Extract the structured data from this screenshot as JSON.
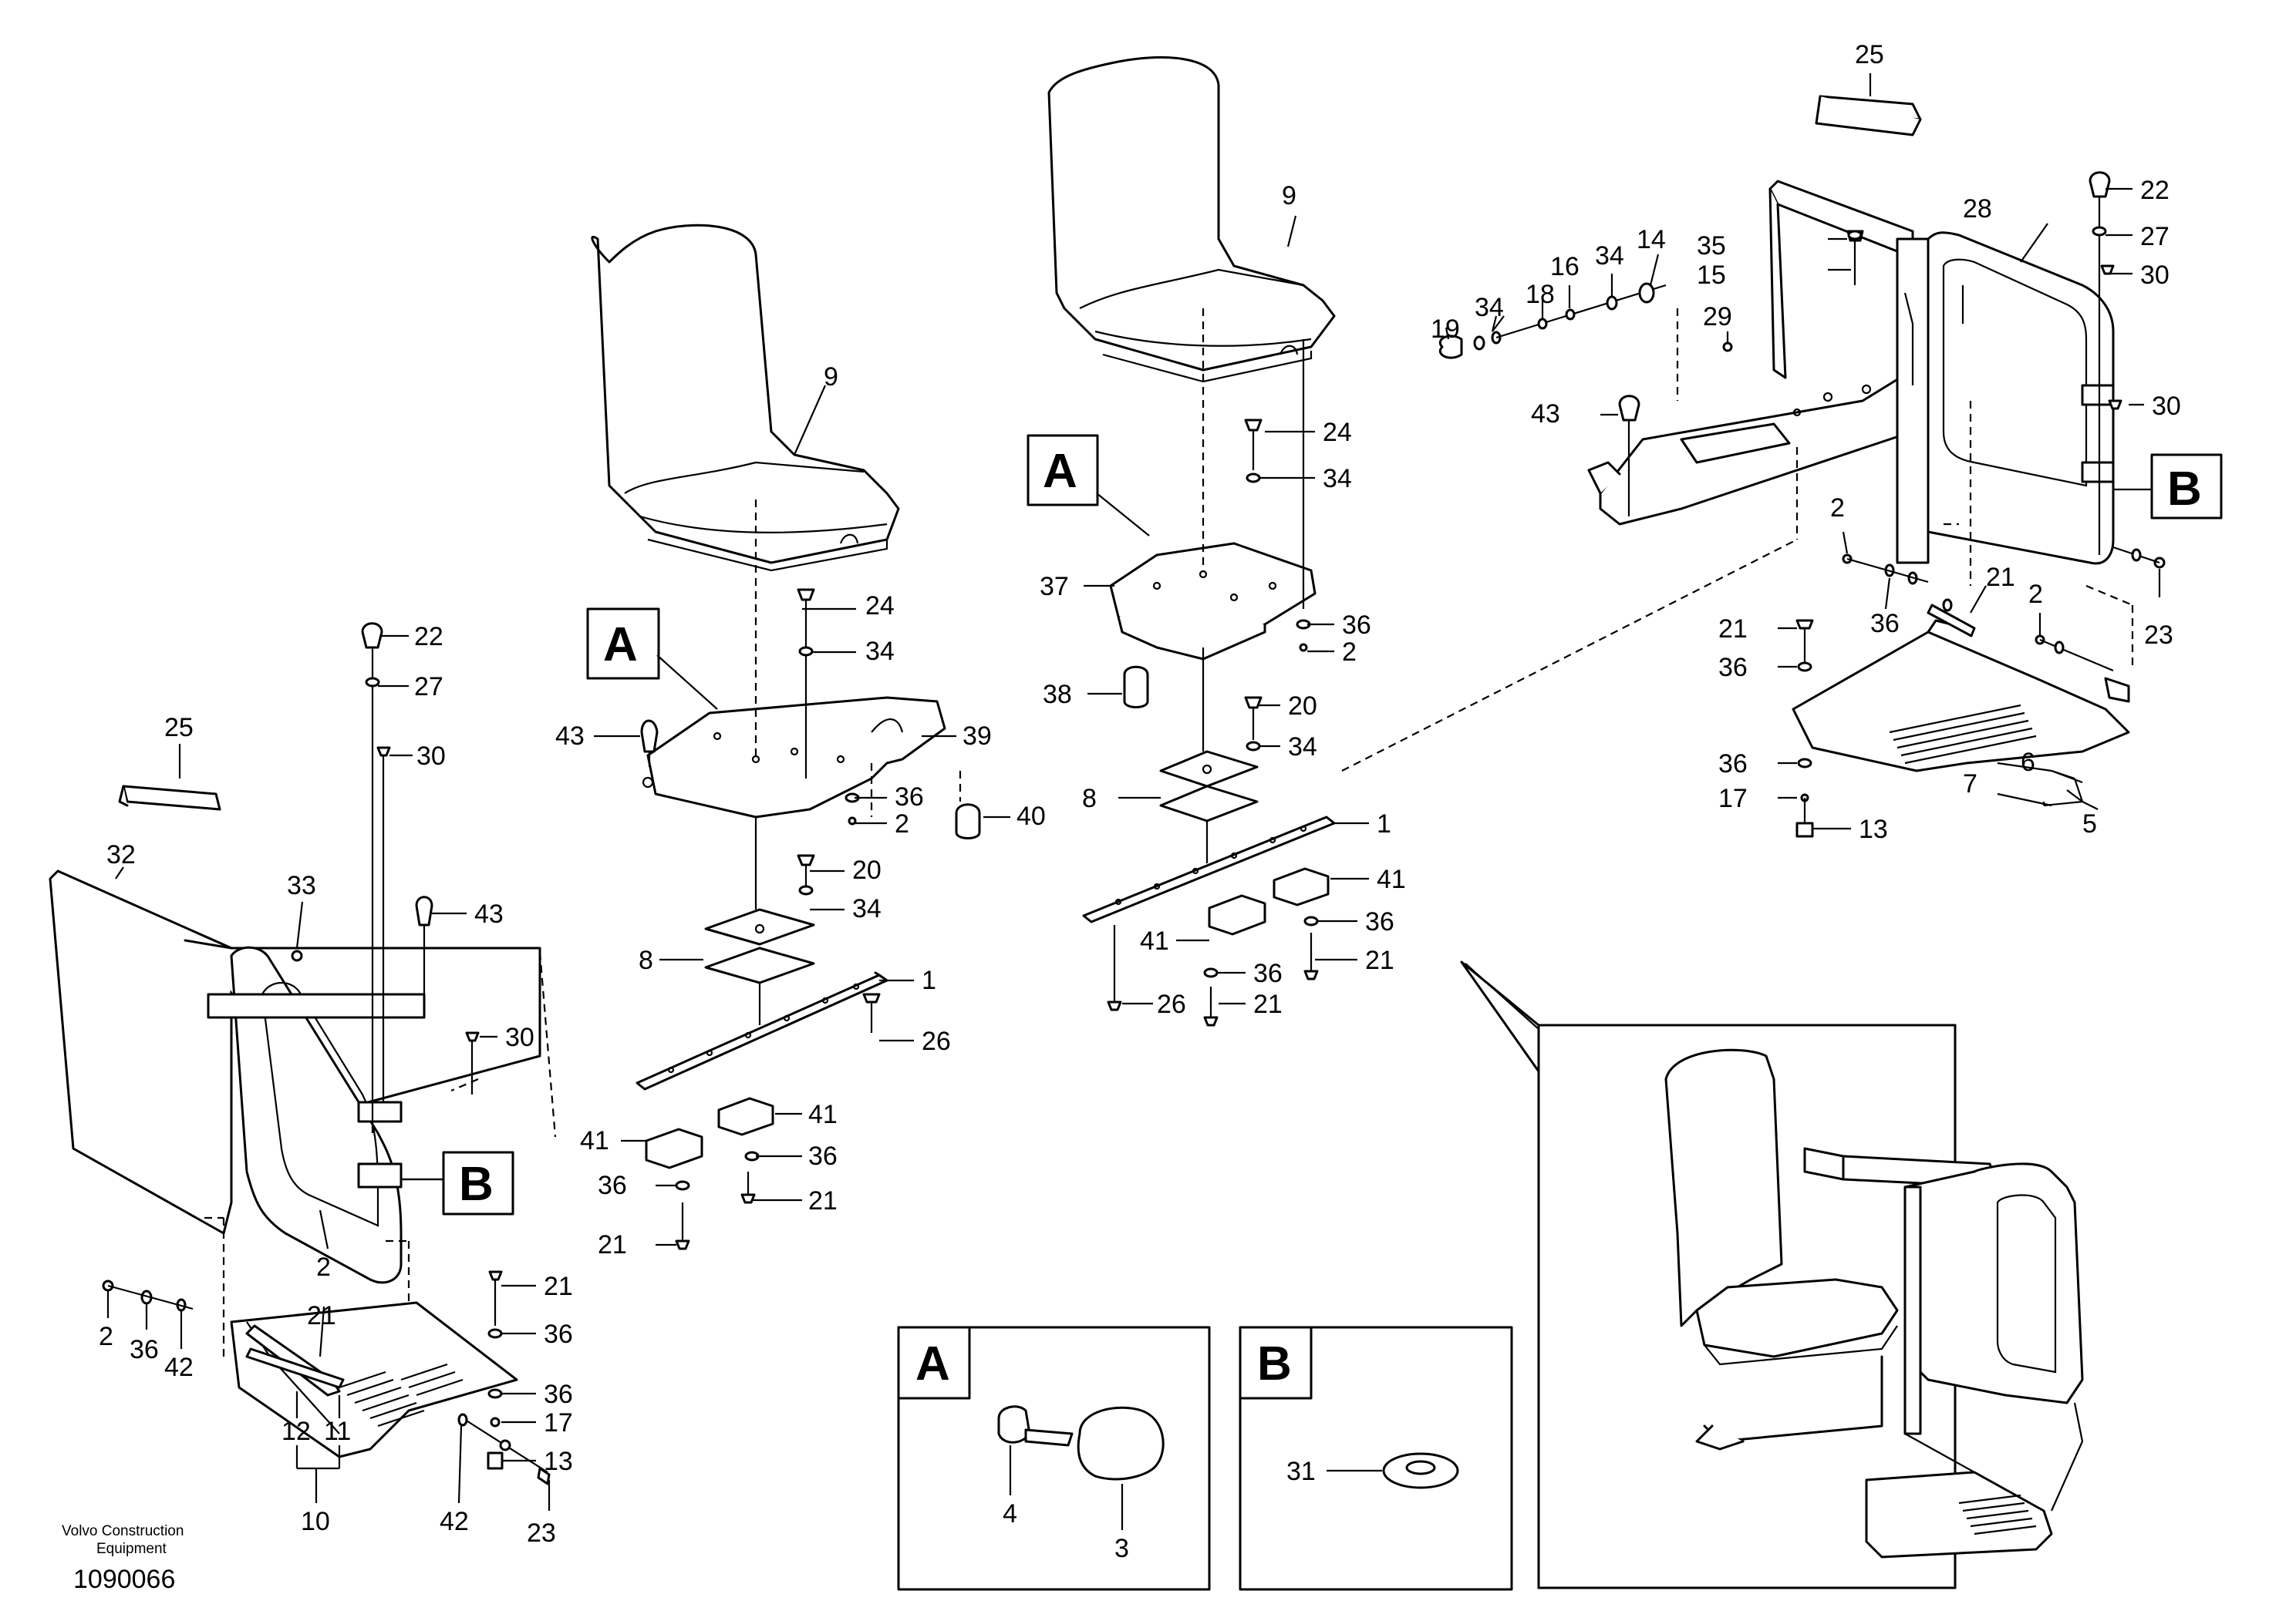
{
  "credit": {
    "line1": "Volvo Construction",
    "line2": "Equipment",
    "code": "1090066"
  },
  "callouts": {
    "A": "A",
    "B": "B"
  },
  "left": {
    "n22": "22",
    "n27": "27",
    "n30a": "30",
    "n25": "25",
    "n32": "32",
    "n33": "33",
    "n43": "43",
    "n30b": "30",
    "nB": "B",
    "n2a": "2",
    "n21a": "21",
    "n2b": "2",
    "n36a": "36",
    "n42a": "42",
    "n12": "12",
    "n11": "11",
    "n10": "10",
    "n42b": "42",
    "n21b": "21",
    "n36b": "36",
    "n36c": "36",
    "n17": "17",
    "n13": "13",
    "n23": "23"
  },
  "middle": {
    "n9": "9",
    "n24": "24",
    "n34a": "34",
    "nA": "A",
    "n43": "43",
    "n39": "39",
    "n36a": "36",
    "n2": "2",
    "n40": "40",
    "n20": "20",
    "n34b": "34",
    "n8": "8",
    "n1": "1",
    "n26": "26",
    "n41a": "41",
    "n41b": "41",
    "n36b": "36",
    "n36c": "36",
    "n21a": "21",
    "n21b": "21"
  },
  "center": {
    "n9": "9",
    "n24": "24",
    "n34a": "34",
    "nA": "A",
    "n37": "37",
    "n36a": "36",
    "n2": "2",
    "n38": "38",
    "n20": "20",
    "n34b": "34",
    "n8": "8",
    "n1": "1",
    "n41a": "41",
    "n41b": "41",
    "n36b": "36",
    "n36c": "36",
    "n21a": "21",
    "n21b": "21",
    "n26": "26"
  },
  "right": {
    "n25": "25",
    "n22": "22",
    "n28": "28",
    "n27": "27",
    "n30a": "30",
    "n35": "35",
    "n15": "15",
    "n29": "29",
    "n14": "14",
    "n34a": "34",
    "n16": "16",
    "n18": "18",
    "n34b": "34",
    "n19": "19",
    "n43": "43",
    "n30b": "30",
    "nB": "B",
    "n2a": "2",
    "n36a": "36",
    "n21a": "21",
    "n2b": "2",
    "n23": "23",
    "n21b": "21",
    "n36b": "36",
    "n36c": "36",
    "n6": "6",
    "n7": "7",
    "n17": "17",
    "n13": "13",
    "n5": "5"
  },
  "detailA": {
    "label": "A",
    "n4": "4",
    "n3": "3"
  },
  "detailB": {
    "label": "B",
    "n31": "31"
  }
}
